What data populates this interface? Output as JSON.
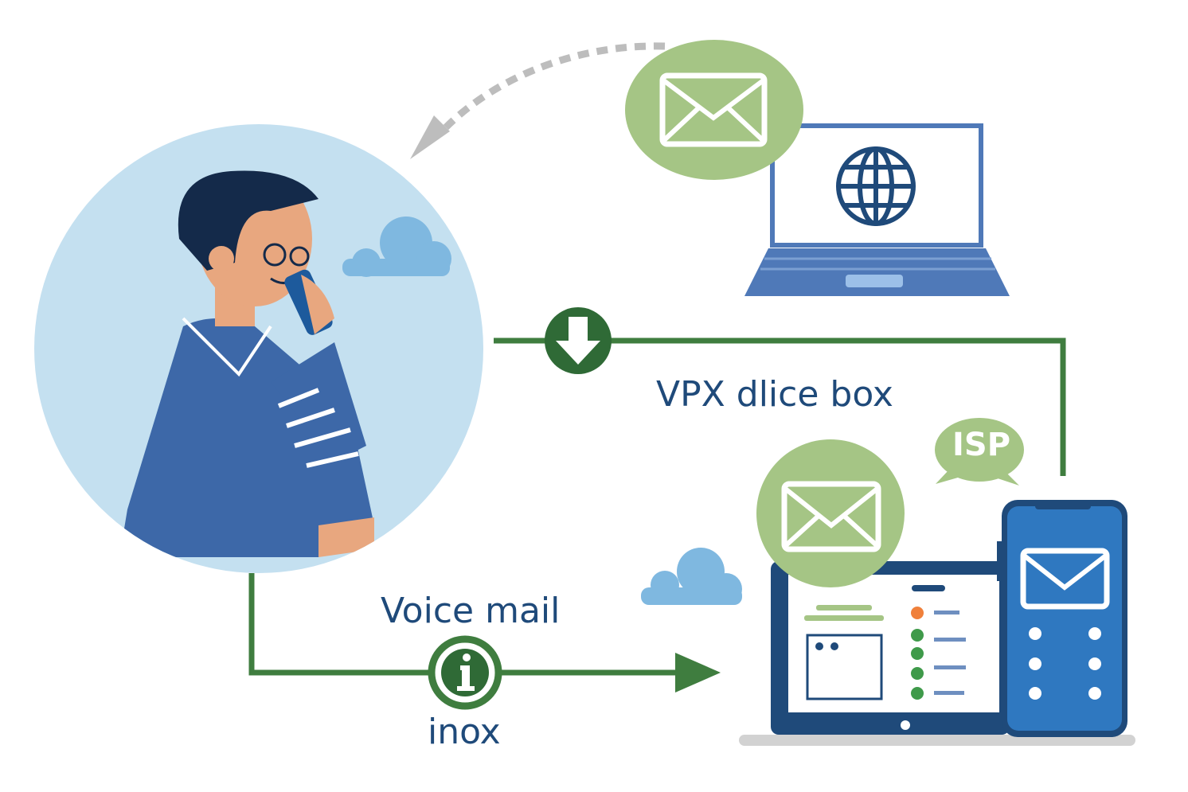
{
  "labels": {
    "top_connector": "VPX dlice box",
    "isp_bubble": "ISP",
    "bottom_connector": "Voice mail",
    "bottom_sub": "inox"
  },
  "colors": {
    "green_line": "#3f7d3f",
    "light_green": "#a5c585",
    "navy": "#1f4a7a",
    "blue": "#2f78c0",
    "sky": "#c4e0f0",
    "orange": "#f0803a"
  }
}
